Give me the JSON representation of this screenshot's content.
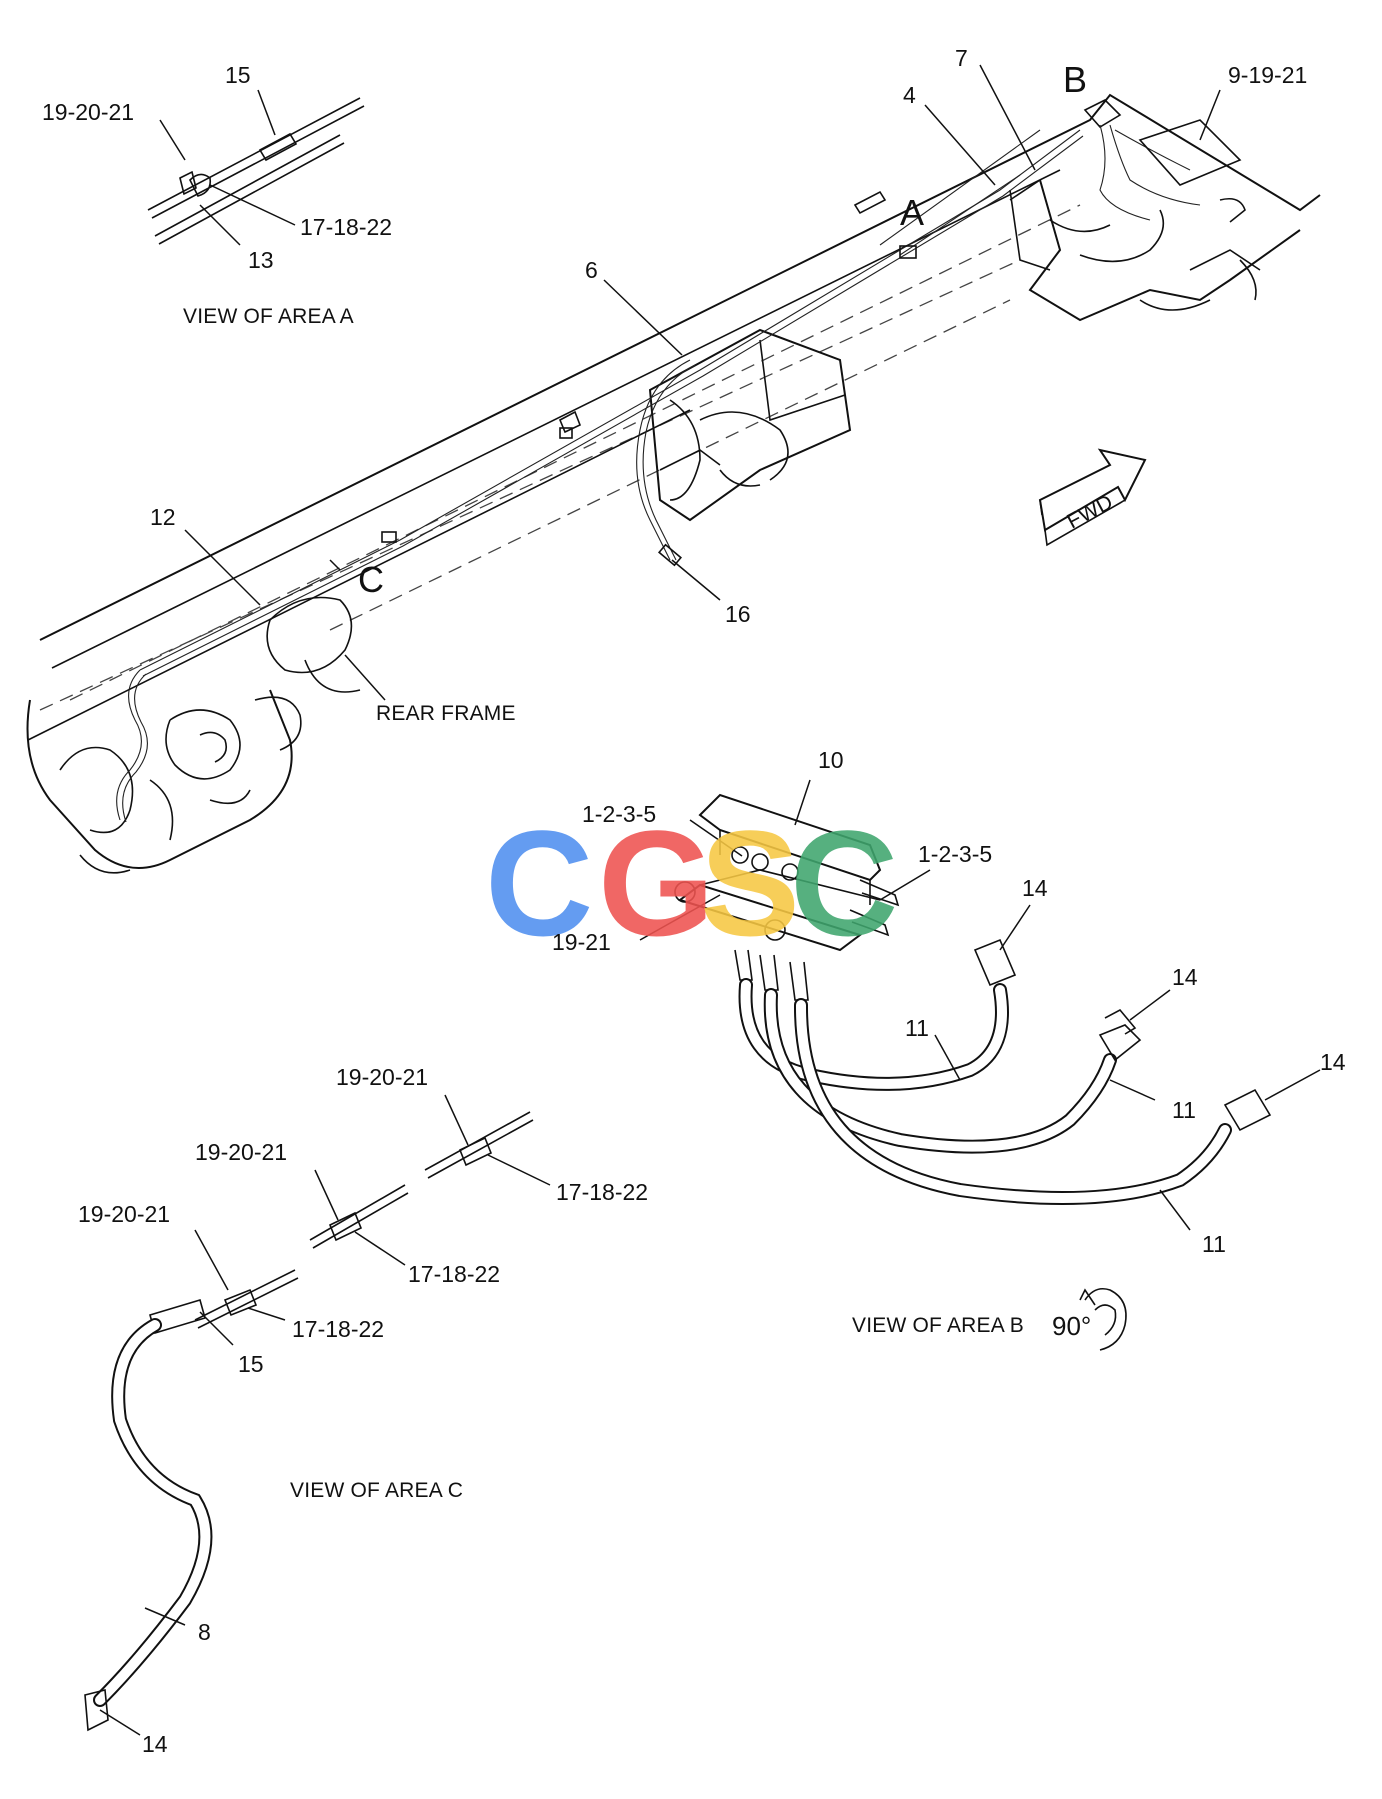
{
  "labels": {
    "l15a": "15",
    "l1920a": "19-20-21",
    "l171822a": "17-18-22",
    "l13": "13",
    "l7": "7",
    "l4": "4",
    "lB": "B",
    "l91921": "9-19-21",
    "lA": "A",
    "l6": "6",
    "l12": "12",
    "lC": "C",
    "l16": "16",
    "l10": "10",
    "l1235a": "1-2-3-5",
    "l1235b": "1-2-3-5",
    "l1921": "19-21",
    "l14a": "14",
    "l14b": "14",
    "l14c": "14",
    "l14d": "14",
    "l11a": "11",
    "l11b": "11",
    "l11c": "11",
    "l1920c1": "19-20-21",
    "l1920c2": "19-20-21",
    "l1920c3": "19-20-21",
    "l171822c1": "17-18-22",
    "l171822c2": "17-18-22",
    "l171822c3": "17-18-22",
    "l15c": "15",
    "l8": "8"
  },
  "captions": {
    "view_a": "VIEW OF AREA A",
    "rear_frame": "REAR FRAME",
    "view_b": "VIEW OF AREA B",
    "rotation": "90°",
    "view_c": "VIEW OF AREA C",
    "fwd": "FWD"
  },
  "watermark": {
    "letters": [
      "C",
      "G",
      "S",
      "C"
    ],
    "colors": [
      "#4f8ff0",
      "#ef5350",
      "#f7c843",
      "#3fa66e"
    ]
  }
}
